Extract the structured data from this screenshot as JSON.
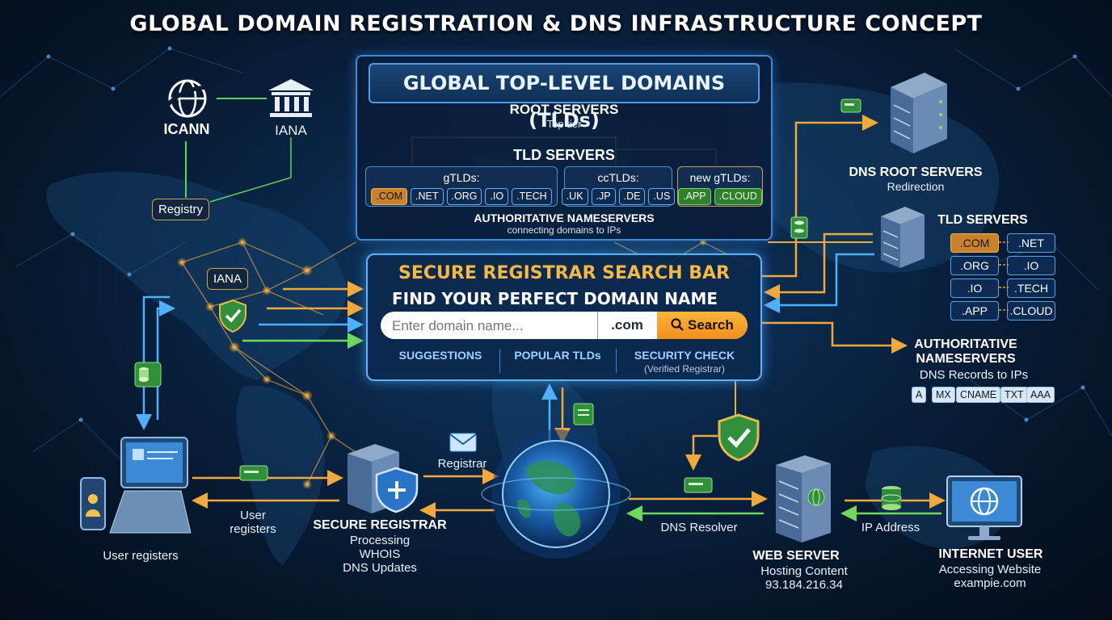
{
  "title": "GLOBAL DOMAIN REGISTRATION & DNS INFRASTRUCTURE CONCEPT",
  "tld_panel": {
    "heading": "GLOBAL TOP-LEVEL DOMAINS (TLDs)",
    "root_label": "ROOT SERVERS",
    "root_sub": "Top tier",
    "tld_label": "TLD SERVERS",
    "groups": [
      {
        "name": "gTLDs:",
        "chips": [
          ".COM",
          ".NET",
          ".ORG",
          ".IO",
          ".TECH"
        ]
      },
      {
        "name": "ccTLDs:",
        "chips": [
          ".UK",
          ".JP",
          ".DE",
          ".US"
        ]
      },
      {
        "name": "new gTLDs:",
        "chips": [
          ".APP",
          ".CLOUD"
        ]
      }
    ],
    "auth_label": "AUTHORITATIVE NAMESERVERS",
    "auth_sub": "connecting domains to IPs"
  },
  "search": {
    "title": "SECURE REGISTRAR SEARCH BAR",
    "subtitle": "FIND YOUR PERFECT DOMAIN NAME",
    "placeholder": "Enter domain name...",
    "tld_value": ".com",
    "button_label": "Search",
    "options": [
      "SUGGESTIONS",
      "POPULAR TLDs",
      "SECURITY CHECK"
    ],
    "security_sub": "(Verified Registrar)"
  },
  "left": {
    "icann": "ICANN",
    "iana_top": "IANA",
    "registry": "Registry",
    "iana_map": "IANA"
  },
  "right": {
    "dns_root_title": "DNS ROOT SERVERS",
    "dns_root_sub": "Redirection",
    "tld_servers_title": "TLD SERVERS",
    "tld_pairs": [
      [
        ".COM",
        ".NET"
      ],
      [
        ".ORG",
        ".IO"
      ],
      [
        ".IO",
        ".TECH"
      ],
      [
        ".APP",
        ".CLOUD"
      ]
    ],
    "auth_title_1": "AUTHORITATIVE",
    "auth_title_2": "NAMESERVERS",
    "auth_sub": "DNS Records to IPs",
    "records": [
      "A",
      "MX",
      "CNAME",
      "TXT",
      "AAA"
    ]
  },
  "bottom": {
    "user_registers": "User registers",
    "user_registers_arrow_1": "User",
    "user_registers_arrow_2": "registers",
    "secure_registrar_title": "SECURE REGISTRAR",
    "secure_registrar_lines": [
      "Processing",
      "WHOIS",
      "DNS Updates"
    ],
    "registrar_label": "Registrar",
    "dns_resolver": "DNS Resolver",
    "web_server_title": "WEB SERVER",
    "web_server_lines": [
      "Hosting Content",
      "93.184.216.34"
    ],
    "ip_address": "IP Address",
    "internet_user_title": "INTERNET USER",
    "internet_user_lines": [
      "Accessing Website",
      "exampie.com"
    ]
  },
  "colors": {
    "accent_orange": "#f5b942",
    "accent_blue": "#5ab3ff",
    "accent_green": "#5fd35a",
    "background": "#06162b"
  }
}
